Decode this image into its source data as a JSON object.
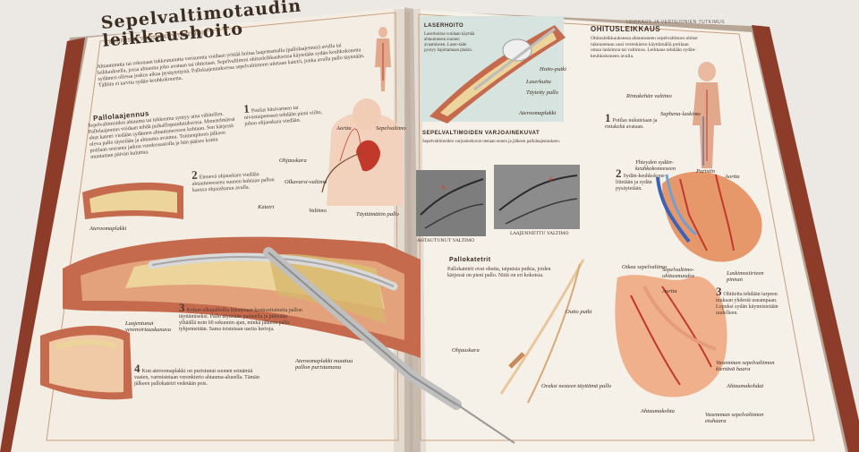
{
  "left_page": {
    "section_header": "LEIKKAUS JA VERISUONIEN TUTKIMUS",
    "title_line1": "Sepelvaltimotaudin",
    "title_line2": "leikkaushoito",
    "intro": "Ahtautunutta tai rokonaan tukkeutunutta verisuonta voidaan yrittää hoitaa laajentamalla (pallolaajennus) avulla tai leikkauksella, jossa ahtauma joko avataan tai ohitetaan. Sepelvaltimon ohitusleikkauksessa käytetään sydän-keuhkokonetta sydä­men ollessa joskus aikaa pysäytettynä. Pallolaajennuksessa sepelvaltimoon uitetaan katetri, jonka avulla pallo täytetään. Tällöin ei tarvita sydän-keuhkokonetta.",
    "pallo_heading": "Pallolaajennus",
    "pallo_text": "Sepelvaltimoiden ahtauma tai tukkeuma syntyy aina vähitellen. Pallolaajennus voidaan tehdä paikallispuudutuksessa. Menetelmässä ohut katetri viedään sydämen ahtautuneeseen kohtaan. Sen kärjessä oleva pallo täytetään ja ahtauma avautuu. Toimenpiteen jälkeen potilaan seuranta jatkuu vuodeosastolla ja hän pääsee kotiin muutaman päivän kuluttua.",
    "step1": "Potilas käsivarteen tai nivustaipeeseen tehdään pieni viilto, johon ohjauskara viedään.",
    "step2": "Etenevä ohjauskara viedään ahtautuneeseen suonen kohtaan pallon kanssa ohjauskaran avulla.",
    "step3": "Kohon siltapalloilla liikutetaan kontrastiainetta pallon täyttämiseksi. Pallo täytetään paineella ja pidetään ylhäällä noin 60 sekunnin ajan, minkä jälkeen pallo tyhjennetään. Sama toistetaan useita kertoja.",
    "step4": "Kun ateroomaplakki on puristunut suonen seinämiä vasten, varmistetaan verenkierto ahtauma-alueella. Tämän jälkeen pallokatetri vedetään pois.",
    "label_aortta": "Aortta",
    "label_sepel": "Sepelvaltimo",
    "label_ohjauskara": "Ohjauskara",
    "label_olkavarsi": "Olkavarsi-valtimo",
    "label_katetri": "Katetri",
    "label_valtimo": "Valtimo",
    "label_tayttamaton": "Täyttämätön pallo",
    "label_plakki": "Ateroomaplakki",
    "label_laajentunut": "Laajentunut verenvirtauskanava",
    "label_ateroomaplakki_muuttuu": "Ateroomaplakki muuttuu pallon puristamana"
  },
  "right_page": {
    "section_header": "LEIKKAUS JA VERISUONIEN TUTKIMUS",
    "laser_heading": "LASERHOITO",
    "laser_text": "Laserhoitoa voidaan käyttää ahtautuneen suonen avaamiseen. Laser-säde pystyy hajottamaan plakin.",
    "label_laserkuitu": "Laserkuitu",
    "label_pallo": "Täytetty pallo",
    "label_hoitoputki": "Hoito-putki",
    "label_ateroomaplakki": "Ateroomaplakki",
    "angio_heading": "SEPELVALTIMOIDEN VARJOAINEKUVAT",
    "angio_text": "Sepelvaltimoiden varjoainekuvat otetaan ennen ja jälkeen pallolaajennuksen.",
    "caption_left": "AHTAUTUNUT VALTIMO",
    "caption_right": "LAAJENNETTU VALTIMO",
    "pallokatetri_heading": "Pallokatetrit",
    "pallokatetri_text": "Pallokatetrit ovat ohuita, taipuisia putkia, joiden kärjessä on pieni pallo. Niitä on eri kokoisia.",
    "label_outto": "Outto putki",
    "label_ohjauskara2": "Ohjauskara",
    "label_tayttama": "Oraksi nesteen täyttämä pallo",
    "ohitus_heading": "OHITUSLEIKKAUS",
    "ohitus_text": "Ohitusleikkauksessa ahtautuneen sepelvaltimon ohitse rakennetaan uusi verenkierto käyttämällä potilaan omaa laskimoa tai valtimoa. Leikkaus tehdään sydän-keuhkokoneen avulla.",
    "label_rintakehan": "Rintakehän valtimo",
    "label_saphena": "Saphena-laskimo",
    "ohitus_step1": "Potilas nukutetaan ja rintakehä avataan.",
    "ohitus_step2": "Sydän-keuhkokone liitetään ja sydän pysäytetään.",
    "ohitus_step3": "Ohitteita tehdään tarpeen mukaan yhdestä useampaan. Lopuksi sydän käynnistetään uudelleen.",
    "label_yhteyden": "Yhteyden sydän-keuhkokoneeseen",
    "label_puristin": "Puristin",
    "label_aortta2": "Aortta",
    "label_sepelvaltimo_ohitus": "Sepelvaltimo-ohitusmuodos",
    "label_laskimo": "Laskimosiirteen pinnan",
    "label_oikea": "Oikea sepelvaltimo",
    "label_aortta3": "Aortta",
    "label_vasen": "Vasemman sepelvaltimon kiertävä haara",
    "label_ahtauma1": "Ahtaumakohdat",
    "label_ahtauma2": "Ahtaumakohta",
    "label_vasen2": "Vasemman sepelvaltimon etuhaara"
  },
  "colors": {
    "page": "#f4eee6",
    "artery": "#c8644a",
    "plaque": "#e8c98a",
    "ink": "#3a2a20"
  }
}
